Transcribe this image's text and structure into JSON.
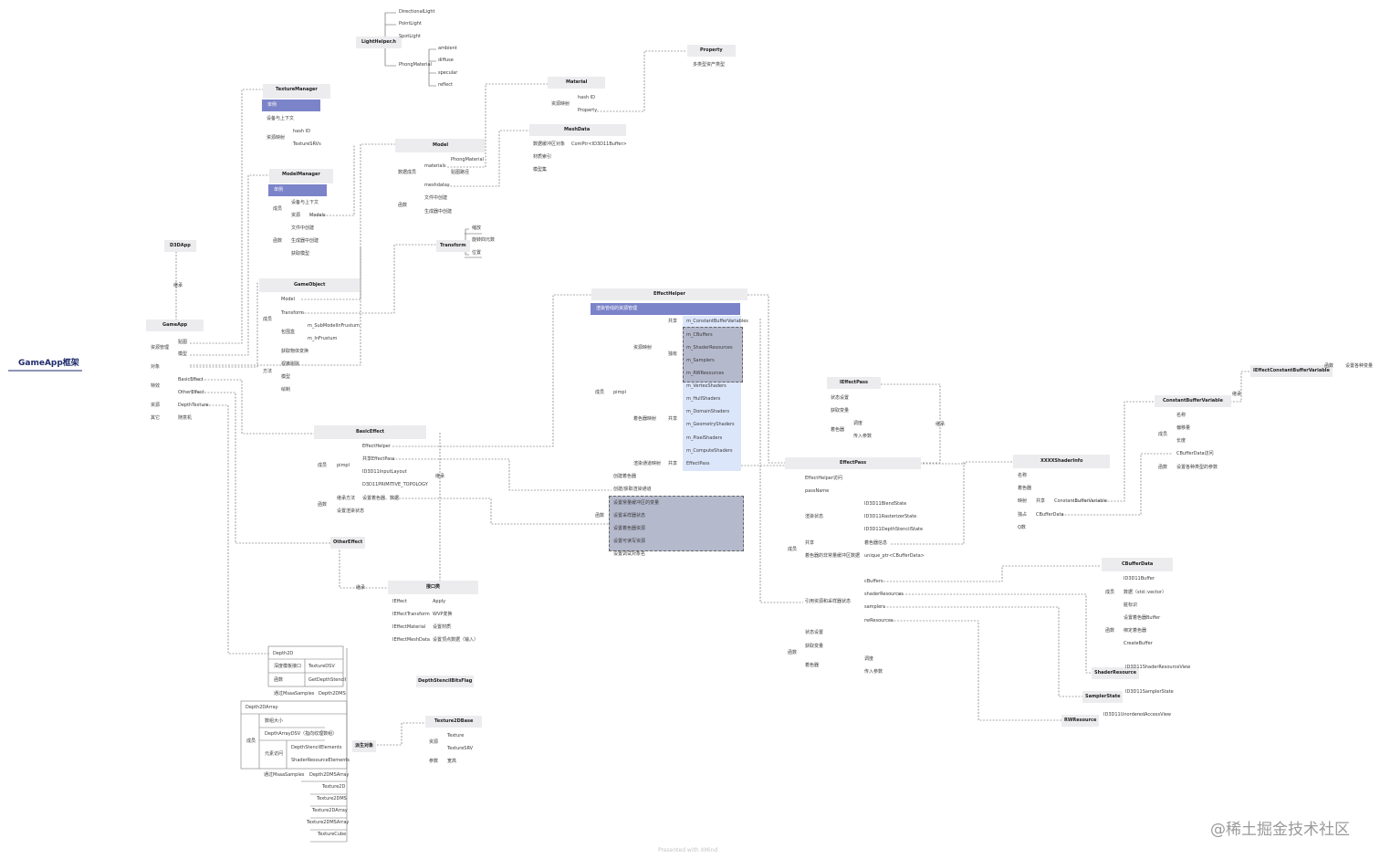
{
  "title": "GameApp框架",
  "watermark": "@稀土掘金技术社区",
  "footer": "Presented with XMind",
  "colors": {
    "highlight": "#7b83c9",
    "effect_panel": "#dce6fb",
    "grey_panel": "#b5b9cc",
    "node_bg": "#ececef"
  },
  "nodes": {
    "d3dapp": "D3DApp",
    "jicheng": "继承",
    "gameapp": "GameApp",
    "ga_tietu": "贴图",
    "ga_moxing": "模型",
    "ga_ziyuan": "资源管理",
    "ga_duixiang": "对象",
    "ga_texiao": "特效",
    "ga_basic": "BasicEffect",
    "ga_other": "OtherEffect",
    "ga_ziyuan2": "资源",
    "ga_depthtex": "DepthTexture",
    "ga_qita": "其它",
    "ga_suiji": "随意机",
    "lighthelper": "LightHelper.h",
    "dirlight": "DirectionalLight",
    "pointlight": "PointLight",
    "spotlight": "SpotLight",
    "phongmat": "PhongMaterial",
    "ambient": "ambient",
    "diffuse": "diffuse",
    "specular": "specular",
    "reflect": "reflect",
    "texmgr": "TextureManager",
    "texmgr_hl": "单例",
    "texmgr_dev": "设备与上下文",
    "texmgr_res": "资源映射",
    "texmgr_hash": "hash ID",
    "texmgr_srv": "TextureSRVs",
    "modelmgr": "ModelManager",
    "modelmgr_hl": "单例",
    "mm_chengyuan": "成员",
    "mm_dev": "设备与上下文",
    "mm_ziyuan": "资源",
    "mm_models": "Models",
    "mm_hanshu": "函数",
    "mm_file": "文件中创建",
    "mm_gen": "生成器中创建",
    "mm_get": "获取模型",
    "property": "Property",
    "property_sub": "多类型资产类型",
    "material": "Material",
    "mat_hash": "hash ID",
    "mat_res": "资源映射",
    "mat_prop": "Property",
    "meshdata": "MeshData",
    "md_buf": "数据缓冲区对象",
    "md_comptr": "ComPtr<ID3D11Buffer>",
    "md_mat": "材质索引",
    "md_model": "模型集",
    "model": "Model",
    "model_phong": "PhongMaterial",
    "model_tex": "贴图路径",
    "model_data": "数据成员",
    "model_materials": "materials",
    "model_meshdatas": "meshdatas",
    "model_func": "函数",
    "model_file": "文件中创建",
    "model_gen": "生成器中创建",
    "transform": "Transform",
    "tr_scale": "缩放",
    "tr_rot": "旋转四元数",
    "tr_pos": "位置",
    "gameobject": "GameObject",
    "go_model": "Model",
    "go_transform": "Transform",
    "go_chengyuan": "成员",
    "go_bbox": "包围盒",
    "go_sub": "m_SubModelInFrustum",
    "go_in": "m_InFrustum",
    "go_fangfa": "方法",
    "go_getbox": "获取物体变换",
    "go_frustum": "视锥剔除",
    "go_model2": "模型",
    "go_draw": "绘制",
    "basiceffect": "BasicEffect",
    "be_effecthelper": "EffectHelper",
    "be_share": "共享EffectPass",
    "be_chengyuan": "成员",
    "be_pimpl": "pimpl",
    "be_layout": "ID3D11InputLayout",
    "be_topo": "D3D11PRIMITIVE_TOPOLOGY",
    "be_hanshu": "函数",
    "be_inherit": "继承方法",
    "be_set": "设置着色器、数据",
    "be_render": "设置渲染状态",
    "be_jicheng": "继承",
    "othereffect": "OtherEffect",
    "oe_jicheng": "继承",
    "interface": "接口类",
    "if_ieffect": "IEffect",
    "if_apply": "Apply",
    "if_trans": "IEffectTransform",
    "if_wvp": "WVP变换",
    "if_mat": "IEffectMaterial",
    "if_setmat": "设置材质",
    "if_mesh": "IEffectMeshData",
    "if_setmesh": "设置顶点数据（输入）",
    "effecthelper": "EffectHelper",
    "eh_hl": "渲染管线的资源管理",
    "eh_share": "共享",
    "eh_cbvars": "m_ConstantBufferVariables",
    "eh_resmap": "资源映射",
    "eh_duli": "独有",
    "eh_cbufs": "m_CBuffers",
    "eh_shaderres": "m_ShaderResources",
    "eh_samplers": "m_Samplers",
    "eh_rw": "m_RWResources",
    "eh_chengyuan": "成员",
    "eh_pimpl": "pimpl",
    "eh_shadermap": "着色器映射",
    "eh_share2": "共享",
    "eh_vs": "m_VertexShaders",
    "eh_hs": "m_HullShaders",
    "eh_ds": "m_DomainShaders",
    "eh_gs": "m_GeometryShaders",
    "eh_ps": "m_PixelShaders",
    "eh_cs": "m_ComputeShaders",
    "eh_passmap": "渲染通道映射",
    "eh_share3": "共享",
    "eh_effectpass": "EffectPass",
    "eh_create": "创建着色器",
    "eh_getpass": "创建/获取渲染通道",
    "eh_hanshu": "函数",
    "eh_g1": "设置常量缓冲区的变量",
    "eh_g2": "设置采样器状态",
    "eh_g3": "设置着色器资源",
    "eh_g4": "设置可读写资源",
    "eh_debug": "设置调试对象名",
    "ieffectpass": "IEffectPass",
    "iep_state": "状态设置",
    "iep_get": "获取变量",
    "iep_shader": "着色器",
    "iep_call": "调度",
    "iep_param": "传入参数",
    "iep_jicheng": "继承",
    "effectpass": "EffectPass",
    "ep_ehhelper": "EffectHelper访问",
    "ep_passname": "passName",
    "ep_render": "渲染状态",
    "ep_blend": "ID3D11BlendState",
    "ep_raster": "ID3D11RasterizerState",
    "ep_depth": "ID3D11DepthStencilState",
    "ep_share": "共享",
    "ep_shaderinfo": "着色器信息",
    "ep_chengyuan": "成员",
    "ep_cbdata": "着色器的非常量缓冲区数据",
    "ep_unique": "unique_ptr<CBufferData>",
    "ep_cbuffers": "cBuffers",
    "ep_srvs": "shaderResources",
    "ep_samplers": "samplers",
    "ep_rw": "rwResources",
    "ep_ref": "引用资源和采样器状态",
    "ep_state": "状态设置",
    "ep_get": "获取变量",
    "ep_hanshu": "函数",
    "ep_shader": "着色器",
    "ep_call": "调度",
    "ep_param": "传入参数",
    "ieffectcbv": "IEffectConstantBufferVariable",
    "iecbv_func": "函数",
    "iecbv_set": "设置各种变量",
    "cbv": "ConstantBufferVariable",
    "cbv_jicheng": "继承",
    "cbv_name": "名称",
    "cbv_offset": "偏移量",
    "cbv_len": "长度",
    "cbv_chengyuan": "成员",
    "cbv_cbdata": "CBufferData访问",
    "cbv_hanshu": "函数",
    "cbv_setall": "设置各种类型的参数",
    "shaderinfo": "XXXXShaderInfo",
    "si_name": "名称",
    "si_shader": "着色器",
    "si_mapping": "映射",
    "si_share": "共享",
    "si_cbvar": "ConstantBufferVariable",
    "si_duli": "独占",
    "si_cbdata": "CBufferData",
    "si_cnt": "Q数",
    "cbufferdata": "CBufferData",
    "cbd_buf": "ID3D11Buffer",
    "cbd_chengyuan": "成员",
    "cbd_data": "数据（std::vector）",
    "cbd_dirty": "脏标识",
    "cbd_setbuf": "设置着色器Buffer",
    "cbd_hanshu": "函数",
    "cbd_bind": "绑定着色器",
    "cbd_create": "CreateBuffer",
    "shaderresource": "ShaderResource",
    "sr_view": "ID3D11ShaderResourceView",
    "samplerstate": "SamplerState",
    "ss_view": "ID3D11SamplerState",
    "rwresource": "RWResource",
    "rw_view": "ID3D11UnorderedAccessView",
    "depth2d": "Depth2D",
    "d2_depthbind": "深度模板接口",
    "d2_dsv": "TextureDSV",
    "d2_func": "函数",
    "d2_getdsv": "GetDepthStencil",
    "d2_msaa": "通过MsaaSamples",
    "d2_ms": "Depth2DMS",
    "depth2darray": "Depth2DArray",
    "d2a_size": "数组大小",
    "d2a_dsv": "DepthArrayDSV（指向纹理数组）",
    "d2a_member": "成员",
    "d2a_access": "元素访问",
    "d2a_dselem": "DepthStencilElements",
    "d2a_srelem": "ShaderResourceElements",
    "d2a_msaa": "通过MsaaSamples",
    "d2a_ms": "Depth2DMSArray",
    "t2d": "Texture2D",
    "t2dms": "Texture2DMS",
    "t2darray": "Texture2DArray",
    "t2dmsarray": "Texture2DMSArray",
    "texcube": "TextureCube",
    "dsbitsflag": "DepthStencilBitsFlag",
    "yuanshi": "派生对象",
    "t2dbase": "Texture2DBase",
    "t2db_tex": "Texture",
    "t2db_ziyuan": "资源",
    "t2db_srv": "TextureSRV",
    "t2db_param": "参数",
    "t2db_wh": "宽高"
  }
}
